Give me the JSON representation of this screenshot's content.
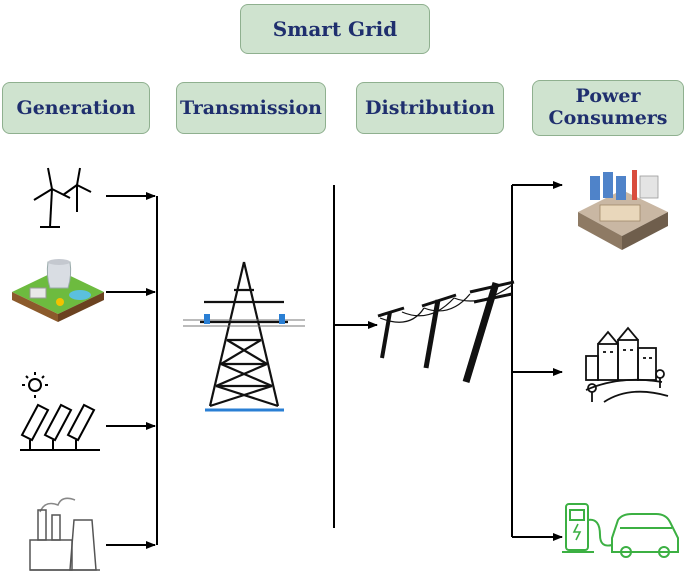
{
  "title": "Smart Grid",
  "stages": {
    "generation": "Generation",
    "transmission": "Transmission",
    "distribution": "Distribution",
    "consumers_line1": "Power",
    "consumers_line2": "Consumers"
  },
  "icons": {
    "generation": [
      "wind-turbines-icon",
      "nuclear-plant-icon",
      "solar-panels-icon",
      "factory-plant-icon"
    ],
    "transmission": "transmission-tower-icon",
    "distribution": "utility-poles-icon",
    "consumers": [
      "industrial-plant-icon",
      "city-icon",
      "ev-charging-icon"
    ]
  },
  "colors": {
    "box_fill": "#cfe3cf",
    "box_text": "#1f2f6e",
    "ev_green": "#3cb043",
    "tower_blue": "#2a7fd4"
  }
}
